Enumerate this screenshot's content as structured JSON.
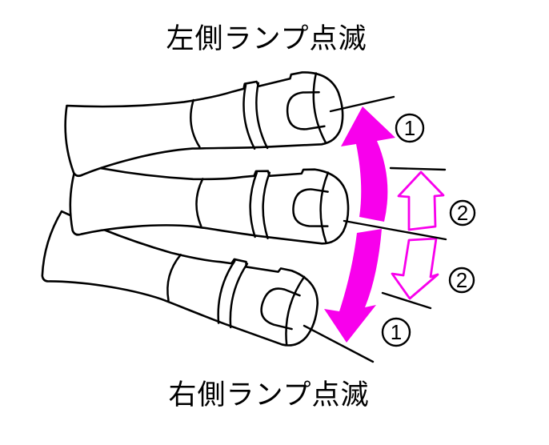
{
  "diagram": {
    "caption_top": "左側ランプ点滅",
    "caption_bottom": "右側ランプ点滅",
    "labels": {
      "full_up": "1",
      "one_touch_up": "2",
      "one_touch_down": "2",
      "full_down": "1"
    },
    "colors": {
      "highlight": "#f800ec",
      "line": "#000000",
      "background": "#ffffff"
    }
  }
}
